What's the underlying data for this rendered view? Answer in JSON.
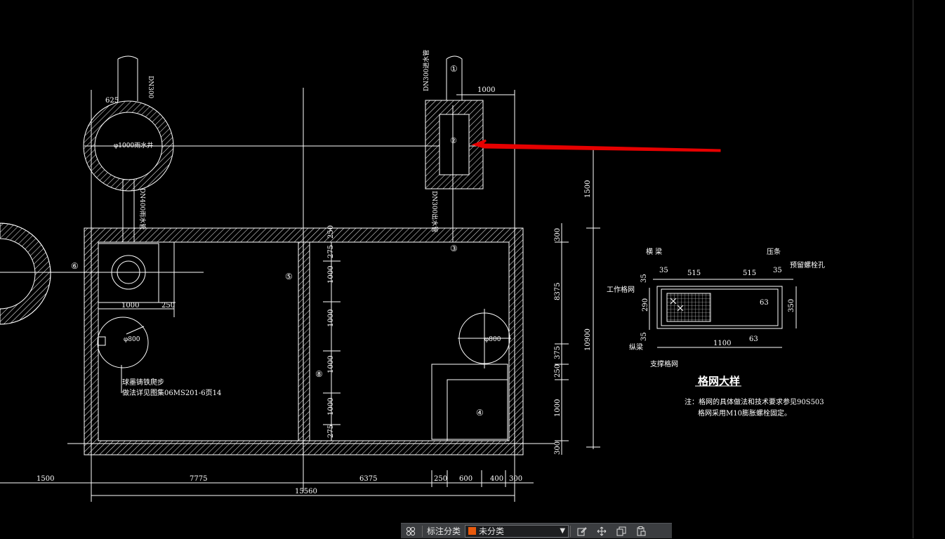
{
  "drawing": {
    "labels": {
      "d_625": "625",
      "well_label": "φ1000雨水井",
      "d_1000_top": "1000",
      "d_1500": "1500",
      "d_300_r1": "300",
      "d_8375": "8375",
      "d_10900": "10900",
      "d_375": "375",
      "d_250_r": "250",
      "d_1000_r": "1000",
      "d_300_r2": "300",
      "d_250_top": "250",
      "d_275_a": "275",
      "d_1000_a": "1000",
      "d_1000_b": "1000",
      "d_1000_c": "1000",
      "d_1000_d": "1000",
      "d_275_b": "275",
      "d_1000_l": "1000",
      "d_250_l": "250",
      "phi800_l": "φ800",
      "phi800_r": "φ800",
      "ladder_1": "球墨铸铁爬步",
      "ladder_2": "做法详见图集06MS201-6页14",
      "bottom_1500": "1500",
      "bottom_7775": "7775",
      "bottom_6375": "6375",
      "bottom_250": "250",
      "bottom_600": "600",
      "bottom_400": "400",
      "bottom_300": "300",
      "bottom_15560": "15560",
      "pipe_dn300": "DN300",
      "pipe_left2": "DN400雨水管",
      "pipe_r1": "DN300进水管",
      "pipe_r2": "DN300出水管",
      "c1": "①",
      "c2": "②",
      "c3": "③",
      "c4": "④",
      "c5": "⑤",
      "c6": "⑥",
      "c8": "⑧"
    },
    "detail": {
      "beam": "横 梁",
      "press": "压条",
      "bolt_hole": "预留螺栓孔",
      "work_grid": "工作格网",
      "longitudinal_beam": "纵梁",
      "support_grid": "支撑格网",
      "d35_a": "35",
      "d515_a": "515",
      "d515_b": "515",
      "d35_b": "35",
      "d35_c": "35",
      "d290": "290",
      "d35_d": "35",
      "d63_a": "63",
      "d350": "350",
      "d1100": "1100",
      "d63_b": "63",
      "title": "格网大样",
      "note_1": "注：格网的具体做法和技术要求参见90S503",
      "note_2": "格网采用M10膨胀螺栓固定。"
    }
  },
  "toolbar": {
    "grid_icon": "grid-icon",
    "label": "标注分类",
    "category_value": "未分类",
    "category_color": "#e8590c",
    "icons": [
      "edit-icon",
      "move-icon",
      "copy-icon",
      "paste-icon"
    ]
  },
  "colors": {
    "lines": "#ffffff",
    "arrow": "#e60000",
    "background": "#000000"
  }
}
